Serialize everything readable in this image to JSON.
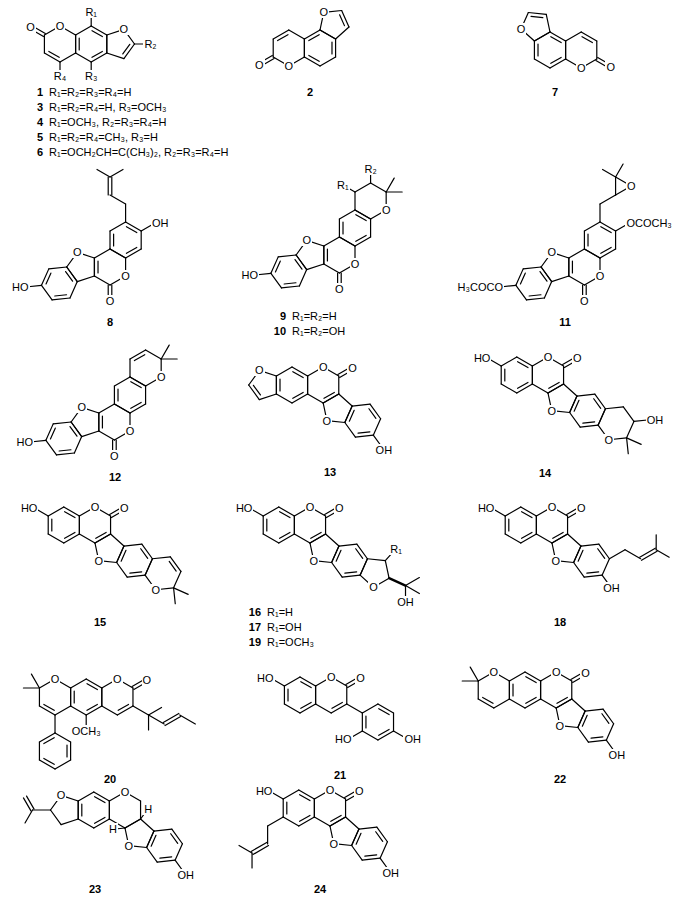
{
  "diagram": {
    "labels": [
      "O",
      "O",
      "O",
      "R₂",
      "R₁",
      "R₄",
      "R₃",
      "1",
      "R₁=R₂=R₃=R₄=H",
      "3",
      "R₁=R₂=R₄=H, R₃=OCH₃",
      "4",
      "R₁=OCH₃, R₂=R₃=R₄=H",
      "5",
      "R₁=R₂=R₄=CH₃, R₃=H",
      "6",
      "R₁=OCH₂CH=C(CH₃)₂, R₂=R₃=R₄=H",
      "O",
      "O",
      "O",
      "2",
      "O",
      "O",
      "O",
      "7",
      "O",
      "O",
      "O",
      "HO",
      "OH",
      "8",
      "O",
      "O",
      "O",
      "HO",
      "O",
      "R₁",
      "R₂",
      "9",
      "R₁=R₂=H",
      "10",
      "R₁=R₂=OH",
      "O",
      "O",
      "O",
      "H₃COCO",
      "OCOCH₃",
      "O",
      "11",
      "O",
      "O",
      "O",
      "HO",
      "O",
      "12",
      "O",
      "O",
      "O",
      "O",
      "OH",
      "13",
      "O",
      "O",
      "O",
      "HO",
      "O",
      "OH",
      "14",
      "O",
      "O",
      "O",
      "HO",
      "O",
      "15",
      "O",
      "O",
      "O",
      "HO",
      "O",
      "R₁",
      "OH",
      "16",
      "R₁=H",
      "17",
      "R₁=OH",
      "19",
      "R₁=OCH₃",
      "O",
      "O",
      "O",
      "HO",
      "OH",
      "18",
      "O",
      "O",
      "O",
      "OCH₃",
      "20",
      "O",
      "O",
      "HO",
      "HO",
      "OH",
      "21",
      "O",
      "O",
      "O",
      "O",
      "OH",
      "22",
      "O",
      "O",
      "H",
      "H",
      "O",
      "OH",
      "23",
      "O",
      "O",
      "O",
      "HO",
      "OH",
      "24"
    ]
  }
}
